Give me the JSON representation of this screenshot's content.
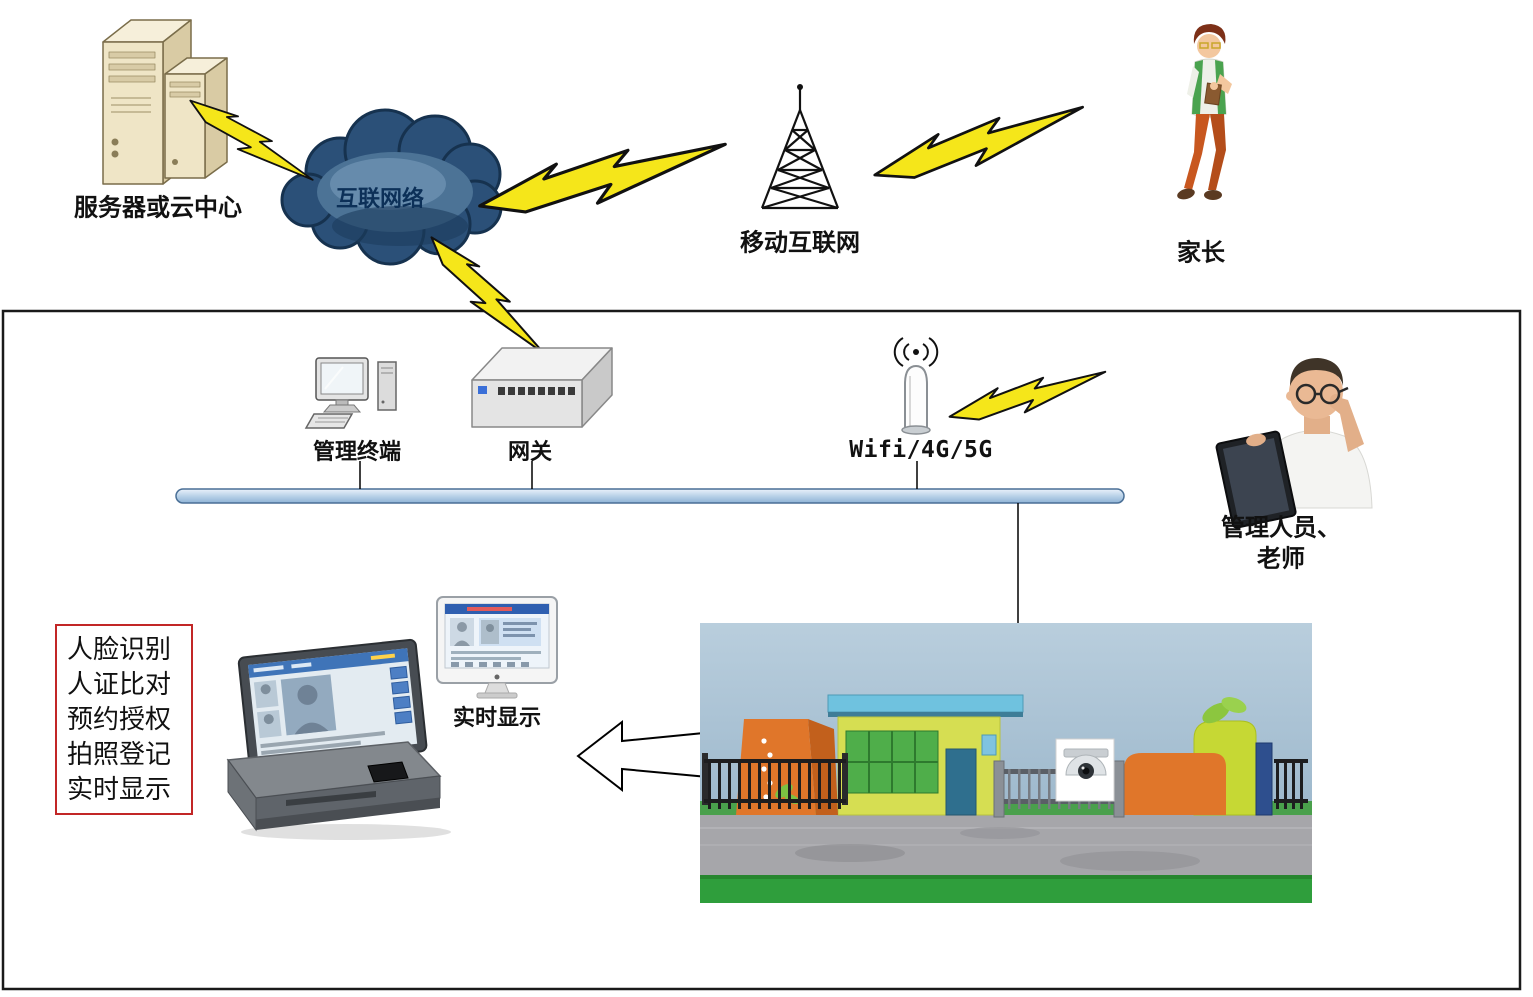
{
  "diagram": {
    "server": {
      "label": "服务器或云中心"
    },
    "cloud": {
      "label": "互联网络"
    },
    "mobile_internet": {
      "label": "移动互联网"
    },
    "parent": {
      "label": "家长"
    },
    "terminal": {
      "label": "管理终端"
    },
    "gateway": {
      "label": "网关"
    },
    "wifi": {
      "label": "Wifi/4G/5G"
    },
    "staff": {
      "line1": "管理人员、",
      "line2": "老师"
    },
    "display": {
      "label": "实时显示"
    },
    "features": {
      "items": [
        "人脸识别",
        "人证比对",
        "预约授权",
        "拍照登记",
        "实时显示"
      ]
    }
  },
  "colors": {
    "lightning": "#f5e61a",
    "cloud_fill": "#2b5078",
    "bus_fill": "#b9d2e8",
    "box_border": "#1a1a1a",
    "feature_border": "#c22626",
    "accent_orange": "#e0762a",
    "grass_green": "#2f9e3c"
  }
}
